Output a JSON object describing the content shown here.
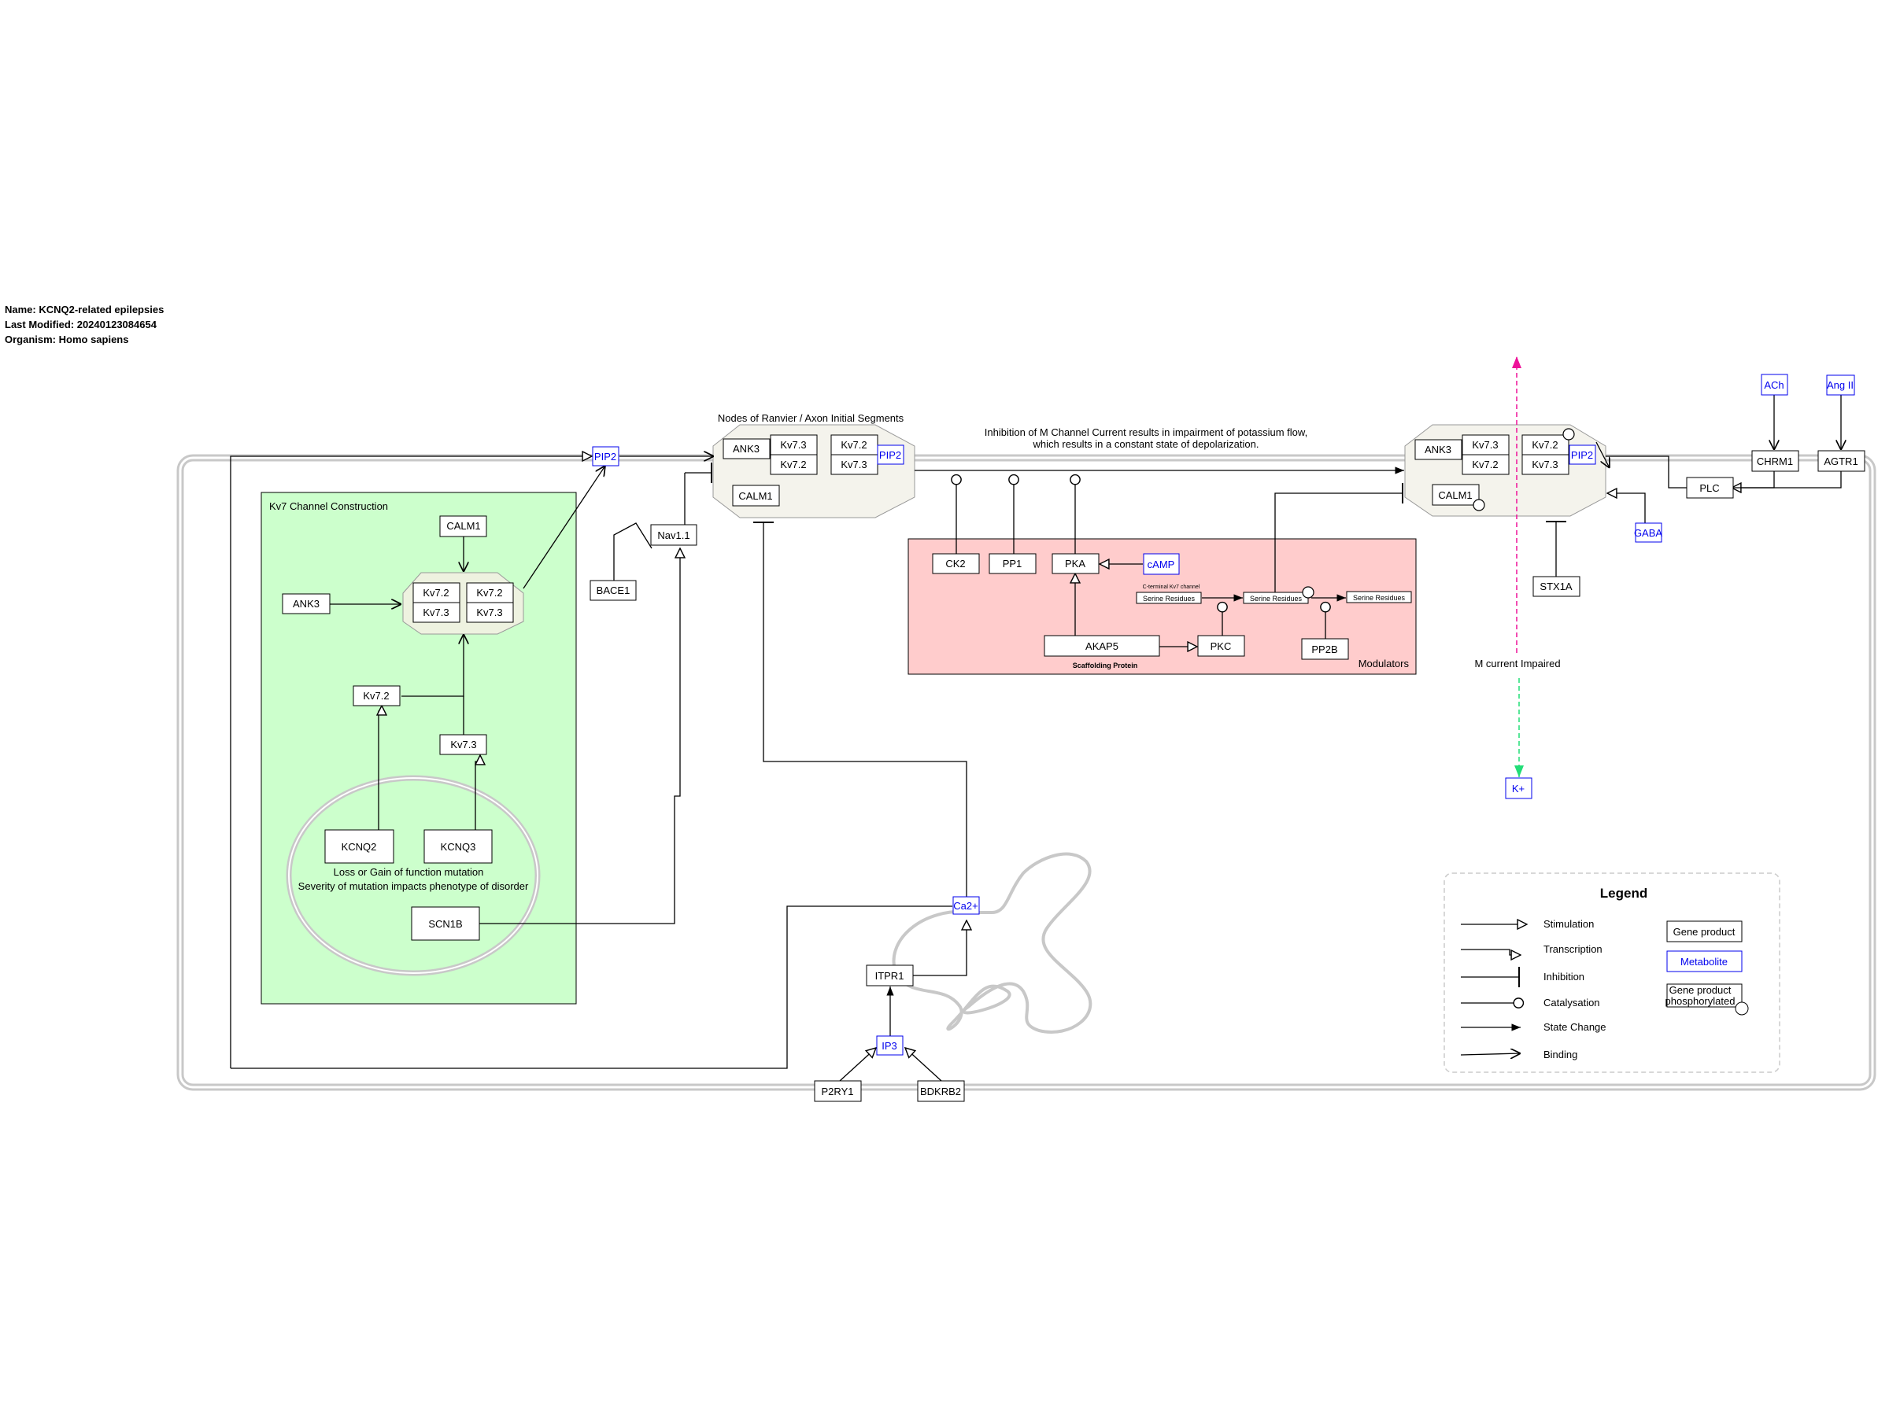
{
  "meta": {
    "name": "Name: KCNQ2-related epilepsies",
    "modified": "Last Modified: 20240123084654",
    "organism": "Organism: Homo sapiens"
  },
  "colors": {
    "metabolite": "#0000ee",
    "green_group": "#ccffcc",
    "pink_group": "#ffcccc",
    "octagon_fill": "#f4f3ec",
    "membrane": "#c8c8c8",
    "k_arrow_top": "#ee1199",
    "k_arrow_bottom": "#22dd77"
  },
  "labels": {
    "kv7_group": "Kv7 Channel Construction",
    "nodes_ranvier": "Nodes of Ranvier / Axon Initial Segments",
    "inhibition_line1": "Inhibition of M Channel Current results in impairment of potassium flow,",
    "inhibition_line2": "which results in a constant state of depolarization.",
    "mutation_line1": "Loss or Gain of function mutation",
    "mutation_line2": "Severity of mutation impacts phenotype of disorder",
    "modulators": "Modulators",
    "scaffolding": "Scaffolding Protein",
    "cterminal": "C-terminal Kv7 channel",
    "m_current": "M current Impaired"
  },
  "genes": {
    "calm1_a": "CALM1",
    "anks_a": "ANK3",
    "kv72_a": "Kv7.2",
    "kv73_a": "Kv7.3",
    "kv72_b": "Kv7.2",
    "kv73_b": "Kv7.3",
    "kv72_single": "Kv7.2",
    "kv73_single": "Kv7.3",
    "kcnq2": "KCNQ2",
    "kcnq3": "KCNQ3",
    "scn1b": "SCN1B",
    "bace1": "BACE1",
    "nav": "Nav1.1",
    "ank3_n1": "ANK3",
    "kv73_n1a": "Kv7.3",
    "kv72_n1a": "Kv7.2",
    "kv72_n1b": "Kv7.2",
    "kv73_n1b": "Kv7.3",
    "calm1_n1": "CALM1",
    "ck2": "CK2",
    "pp1": "PP1",
    "pka": "PKA",
    "akap5": "AKAP5",
    "pkc": "PKC",
    "pp2b": "PP2B",
    "serine1": "Serine Residues",
    "serine2": "Serine Residues",
    "serine3": "Serine Residues",
    "ank3_n2": "ANK3",
    "kv73_n2a": "Kv7.3",
    "kv72_n2a": "Kv7.2",
    "kv72_n2b": "Kv7.2",
    "kv73_n2b": "Kv7.3",
    "calm1_n2": "CALM1",
    "stx1a": "STX1A",
    "chrm1": "CHRM1",
    "agtr1": "AGTR1",
    "plc": "PLC",
    "itpr1": "ITPR1",
    "p2ry1": "P2RY1",
    "bdkrb2": "BDKRB2"
  },
  "metabolites": {
    "pip2_a": "PIP2",
    "pip2_n1": "PIP2",
    "pip2_n2": "PIP2",
    "camp": "cAMP",
    "gaba": "GABA",
    "ach": "ACh",
    "angii": "Ang II",
    "k": "K+",
    "ca": "Ca2+",
    "ip3": "IP3"
  },
  "legend": {
    "title": "Legend",
    "stimulation": "Stimulation",
    "transcription": "Transcription",
    "inhibition": "Inhibition",
    "catalysation": "Catalysation",
    "state_change": "State Change",
    "binding": "Binding",
    "gene_product": "Gene product",
    "metabolite": "Metabolite",
    "phospho_line1": "Gene product",
    "phospho_line2": "phosphorylated"
  }
}
